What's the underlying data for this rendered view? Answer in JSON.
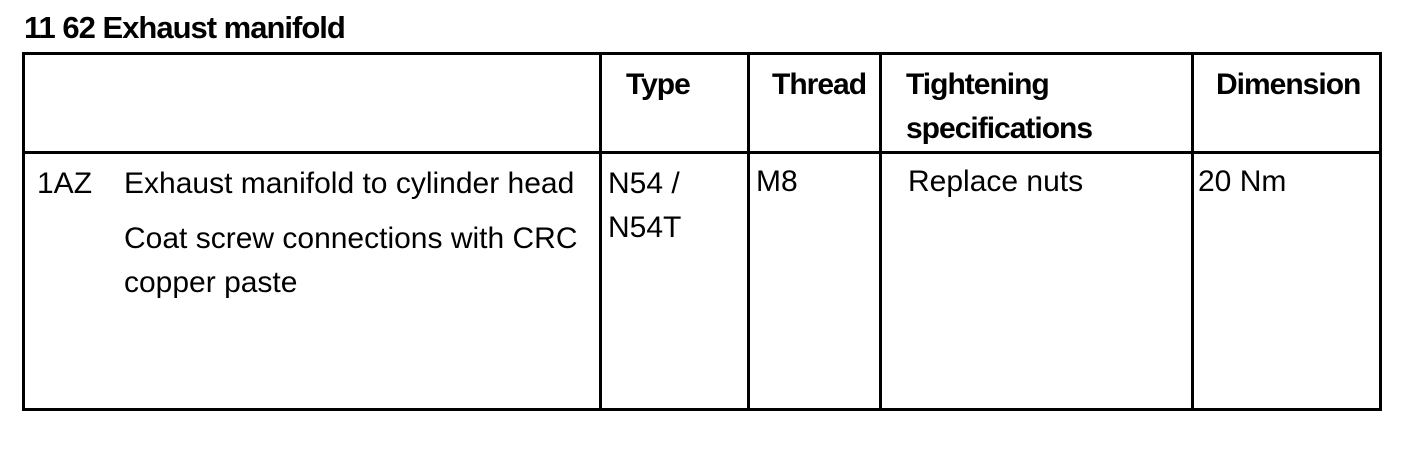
{
  "title": "11 62 Exhaust manifold",
  "table": {
    "headers": {
      "description": "",
      "type": "Type",
      "thread": "Thread",
      "tightening": "Tightening specifications",
      "dimension": "Dimension"
    },
    "rows": [
      {
        "code": "1AZ",
        "description": "Exhaust manifold to cylinder head",
        "note": "Coat screw connections with CRC copper paste",
        "type": "N54 / N54T",
        "thread": "M8",
        "tightening": "Replace nuts",
        "dimension": "20 Nm"
      }
    ]
  }
}
